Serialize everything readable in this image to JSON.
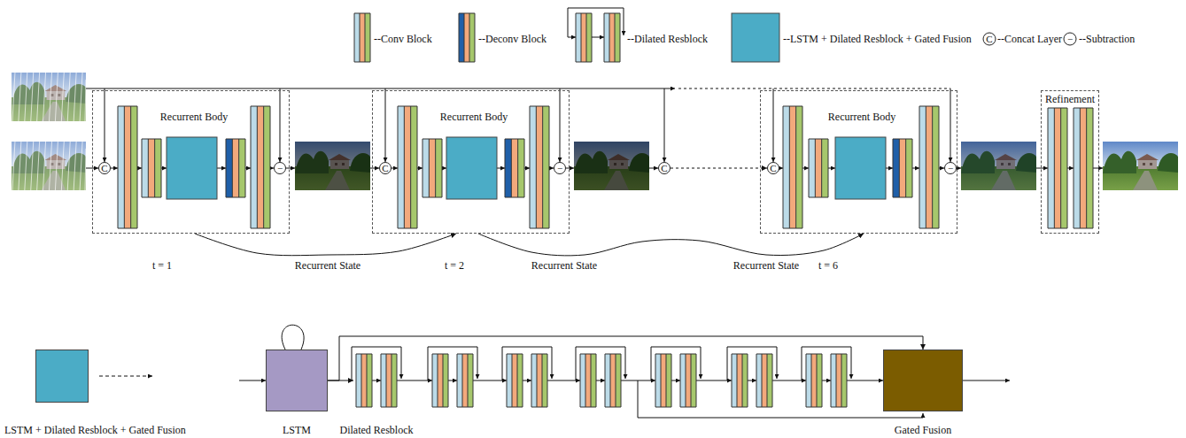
{
  "diagram": {
    "nodes": [
      {
        "text": [
          "Recurrent Body"
        ]
      },
      {
        "text": [
          "C"
        ],
        "in": 0
      },
      {
        "text": [
          "−"
        ],
        "in": 0
      },
      {
        "text": [
          "Recurrent Body"
        ]
      },
      {
        "text": [
          "C"
        ],
        "in": 3
      },
      {
        "text": [
          "−"
        ],
        "in": 3
      },
      {
        "text": [
          "C"
        ]
      },
      {
        "text": [
          "Recurrent Body"
        ]
      },
      {
        "text": [
          "C"
        ],
        "in": 7
      },
      {
        "text": [
          "−"
        ],
        "in": 7
      },
      {
        "text": [
          "Refinement"
        ]
      },
      {
        "text": [
          "LSTM + Dilated Resblock + Gated Fusion"
        ]
      },
      {
        "text": [
          "LSTM"
        ]
      },
      {
        "text": [
          "Dilated Resblock"
        ]
      },
      {
        "text": [
          "Gated Fusion"
        ]
      }
    ],
    "edges": [
      {
        "from": 0,
        "to": 3,
        "arrow": "to",
        "label": "Recurrent State"
      },
      {
        "from": 3,
        "to": 7,
        "arrow": "to",
        "label": "Recurrent State"
      },
      {
        "from": 12,
        "to": 13,
        "arrow": "to"
      },
      {
        "from": 12,
        "to": 14,
        "arrow": "to"
      },
      {
        "from": 6,
        "to": 8,
        "arrow": "to"
      }
    ],
    "labels": [
      "C",
      "−",
      "t = 1",
      "t = 2",
      "t = 6",
      "Recurrent State"
    ],
    "legend": [
      {
        "text": "--Conv Block"
      },
      {
        "text": "--Deconv Block"
      },
      {
        "text": "--Dilated Resblock"
      },
      {
        "text": "--LSTM + Dilated Resblock + Gated Fusion"
      },
      {
        "text": "--Concat Layer"
      },
      {
        "text": "--Subtraction"
      }
    ]
  }
}
